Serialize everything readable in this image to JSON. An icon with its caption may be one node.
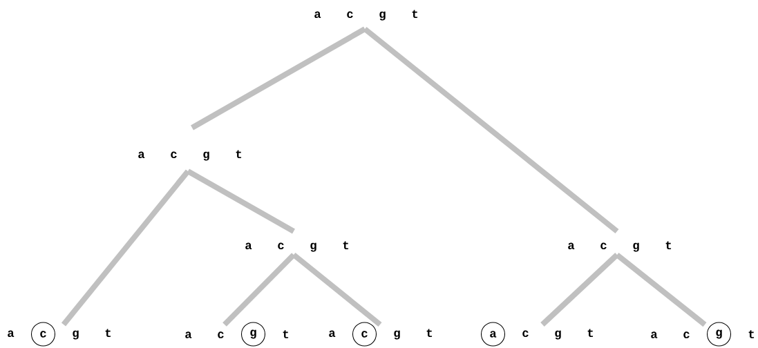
{
  "diagram": {
    "nodes": [
      {
        "text": [
          "a",
          "c",
          "g",
          "t"
        ]
      },
      {
        "text": [
          "a",
          "c",
          "g",
          "t"
        ]
      },
      {
        "text": [
          "a",
          "c",
          "g",
          "t"
        ]
      },
      {
        "text": [
          "a",
          "c",
          "g",
          "t"
        ]
      },
      {
        "text": [
          "a",
          "g",
          "t"
        ]
      },
      {
        "text": [
          "c"
        ]
      },
      {
        "text": [
          "a",
          "c",
          "t"
        ]
      },
      {
        "text": [
          "g"
        ]
      },
      {
        "text": [
          "a",
          "g",
          "t"
        ]
      },
      {
        "text": [
          "c"
        ]
      },
      {
        "text": [
          "a"
        ]
      },
      {
        "text": [
          "c",
          "g",
          "t"
        ]
      },
      {
        "text": [
          "a",
          "c",
          "t"
        ]
      },
      {
        "text": [
          "g"
        ]
      }
    ],
    "edges": [
      {
        "from": 0,
        "to": 1,
        "arrow": "none"
      },
      {
        "from": 0,
        "to": 3,
        "arrow": "none"
      },
      {
        "from": 1,
        "to": 4,
        "arrow": "none"
      },
      {
        "from": 1,
        "to": 2,
        "arrow": "none"
      },
      {
        "from": 2,
        "to": 6,
        "arrow": "none"
      },
      {
        "from": 2,
        "to": 8,
        "arrow": "none"
      },
      {
        "from": 3,
        "to": 11,
        "arrow": "none"
      },
      {
        "from": 3,
        "to": 12,
        "arrow": "none"
      }
    ]
  }
}
